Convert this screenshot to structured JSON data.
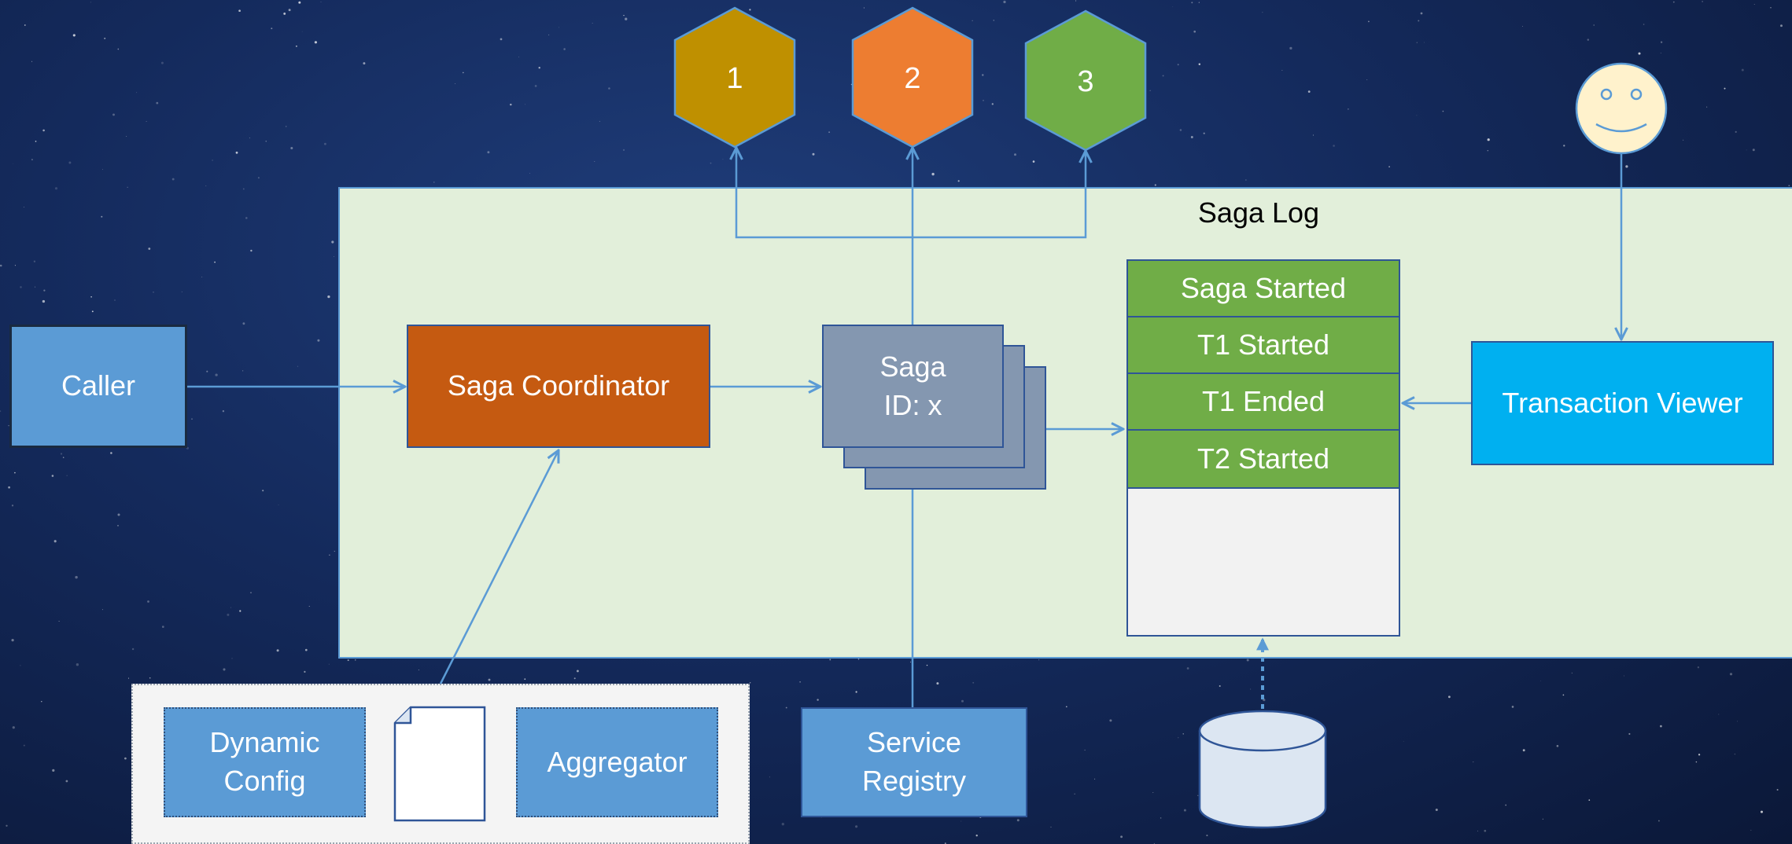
{
  "diagram": {
    "saga_log_title": "Saga Log",
    "caller": "Caller",
    "coordinator": "Saga Coordinator",
    "saga_line1": "Saga",
    "saga_line2": "ID: x",
    "log_rows": [
      "Saga Started",
      "T1 Started",
      "T1 Ended",
      "T2 Started"
    ],
    "transaction_viewer": "Transaction Viewer",
    "dynamic_config_line1": "Dynamic",
    "dynamic_config_line2": "Config",
    "aggregator": "Aggregator",
    "service_registry_line1": "Service",
    "service_registry_line2": "Registry",
    "services": [
      {
        "label": "1",
        "color": "#bf9000"
      },
      {
        "label": "2",
        "color": "#ed7d31"
      },
      {
        "label": "3",
        "color": "#70ad47"
      }
    ]
  },
  "colors": {
    "connector": "#5b9bd5",
    "panel": "#e2efda",
    "caller": "#5b9bd5",
    "coordinator": "#c55a11",
    "saga": "#8497b0",
    "log_row": "#70ad47",
    "viewer": "#00b0f0",
    "smiley": "#fff2cc"
  },
  "icons": {
    "user": "smiley-face-icon",
    "database": "database-cylinder-icon",
    "document": "document-page-icon"
  }
}
